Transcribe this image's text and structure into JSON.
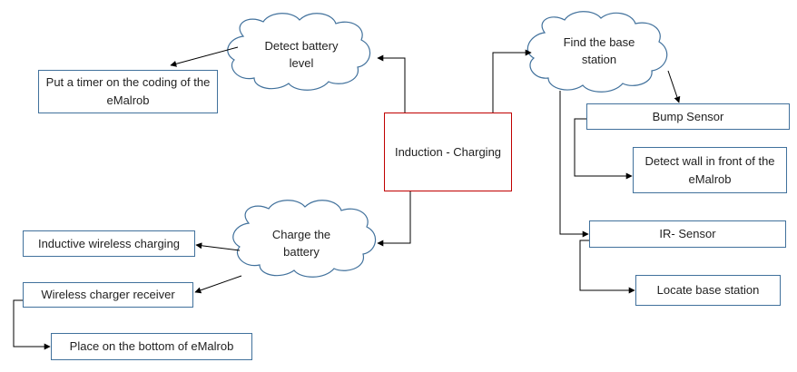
{
  "center": {
    "label": "Induction - Charging"
  },
  "clouds": {
    "detect_battery": "Detect battery level",
    "find_base": "Find the base station",
    "charge_battery": "Charge the battery"
  },
  "boxes": {
    "timer": "Put a timer on the coding of the eMalrob",
    "bump_sensor": "Bump Sensor",
    "detect_wall": "Detect wall in front of the eMalrob",
    "ir_sensor": "IR- Sensor",
    "locate_base": "Locate base station",
    "inductive_wireless": "Inductive wireless charging",
    "wireless_receiver": "Wireless charger receiver",
    "place_bottom": "Place on the bottom of eMalrob"
  },
  "colors": {
    "box_border": "#41719c",
    "center_border": "#c00000",
    "cloud_border": "#41719c",
    "line": "#000000"
  }
}
